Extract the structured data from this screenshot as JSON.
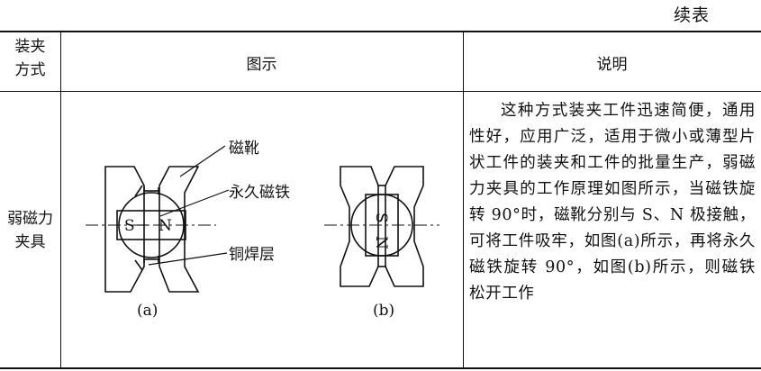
{
  "continued_label": "续表",
  "table": {
    "headers": {
      "method_line1": "装夹",
      "method_line2": "方式",
      "figure": "图示",
      "description": "说明"
    },
    "row": {
      "method_line1": "弱磁力",
      "method_line2": "夹具",
      "figure_labels": {
        "magnetic_shoe": "磁靴",
        "permanent_magnet": "永久磁铁",
        "copper_weld": "铜焊层",
        "caption_a": "(a)",
        "caption_b": "(b)",
        "pole_s": "S",
        "pole_n": "N"
      },
      "description": "这种方式装夹工件迅速简便，通用性好，应用广泛，适用于微小或薄型片状工件的装夹和工件的批量生产，弱磁力夹具的工作原理如图所示，当磁铁旋转 90°时，磁靴分别与 S、N 极接触，可将工件吸牢，如图(a)所示，再将永久磁铁旋转 90°，如图(b)所示，则磁铁松开工作"
    }
  }
}
